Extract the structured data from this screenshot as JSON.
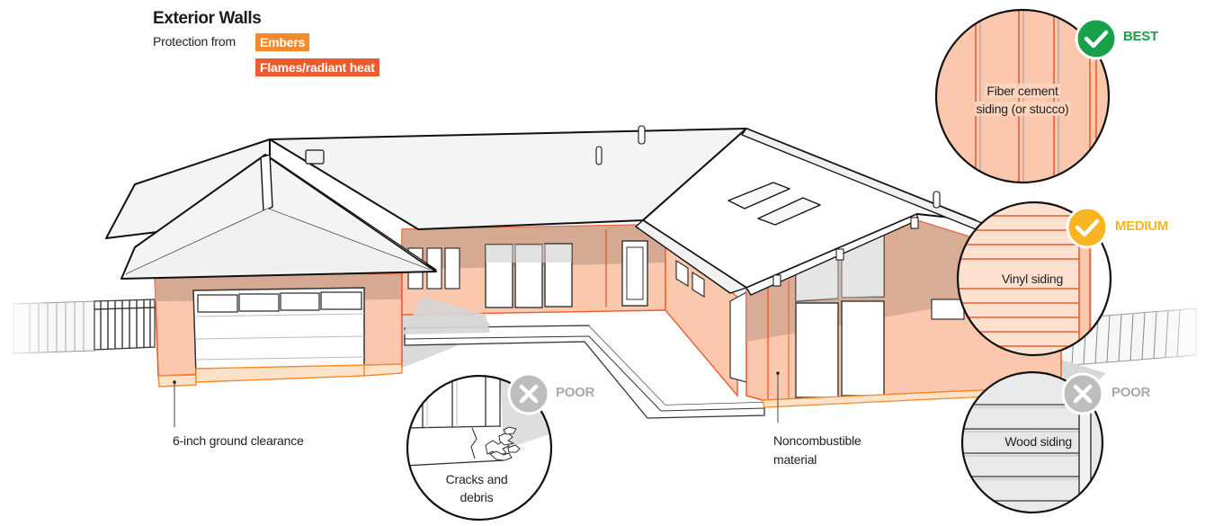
{
  "header": {
    "title": "Exterior Walls",
    "subtitle": "Protection from",
    "legend": [
      {
        "label": "Embers",
        "color": "#f58a2c"
      },
      {
        "label": "Flames/radiant heat",
        "color": "#ee5a2e"
      }
    ]
  },
  "callouts": {
    "ground_clearance": "6-inch ground clearance",
    "noncombustible_line1": "Noncombustible",
    "noncombustible_line2": "material"
  },
  "details": [
    {
      "name": "Fiber cement siding (or stucco)",
      "line1": "Fiber cement",
      "line2": "siding (or stucco)",
      "rating": "BEST",
      "rating_color": "#17a24a",
      "icon": "check-icon"
    },
    {
      "name": "Vinyl siding",
      "line1": "Vinyl siding",
      "rating": "MEDIUM",
      "rating_color": "#f7b521",
      "icon": "check-icon"
    },
    {
      "name": "Wood siding",
      "line1": "Wood siding",
      "rating": "POOR",
      "rating_color": "#a9a9a9",
      "icon": "x-icon"
    },
    {
      "name": "Cracks and debris",
      "line1": "Cracks and",
      "line2": "debris",
      "rating": "POOR",
      "rating_color": "#a9a9a9",
      "icon": "x-icon"
    }
  ],
  "colors": {
    "wall_fill": "#fbc8ad",
    "wall_outline": "#ee5a2e",
    "clearance_fill": "#fde2c8",
    "clearance_outline": "#f58a2c",
    "roof": "#f4f4f4",
    "shadow": "#d6d6d6"
  }
}
